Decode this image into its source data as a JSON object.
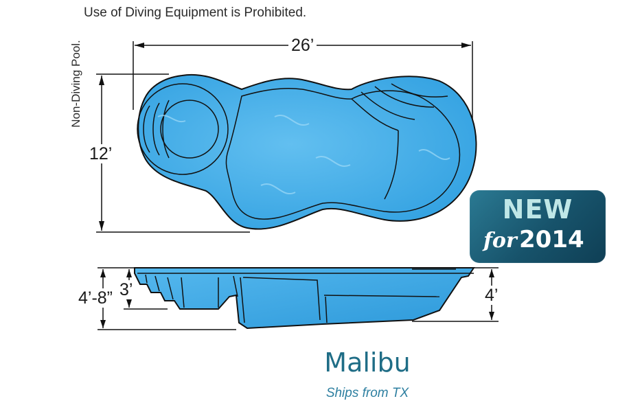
{
  "notice": "Use of Diving Equipment is Prohibited.",
  "side_notice": "Non-Diving Pool.",
  "plan_view": {
    "length_label": "26’",
    "width_label": "12’"
  },
  "profile_view": {
    "total_depth_label": "4’-8”",
    "shallow_depth_label": "3’",
    "deep_depth_label": "4’"
  },
  "badge": {
    "new_label": "NEW",
    "for_label": "for",
    "year_label": "2014"
  },
  "model_name": "Malibu",
  "shipping_text": "Ships from TX",
  "colors": {
    "pool_blue": "#3fa9e6",
    "pool_outline": "#1a1a1a",
    "badge_bg": "#17536b",
    "badge_new": "#bfe7e7",
    "model_text": "#1f6d86",
    "ships_text": "#2d7fa0"
  }
}
